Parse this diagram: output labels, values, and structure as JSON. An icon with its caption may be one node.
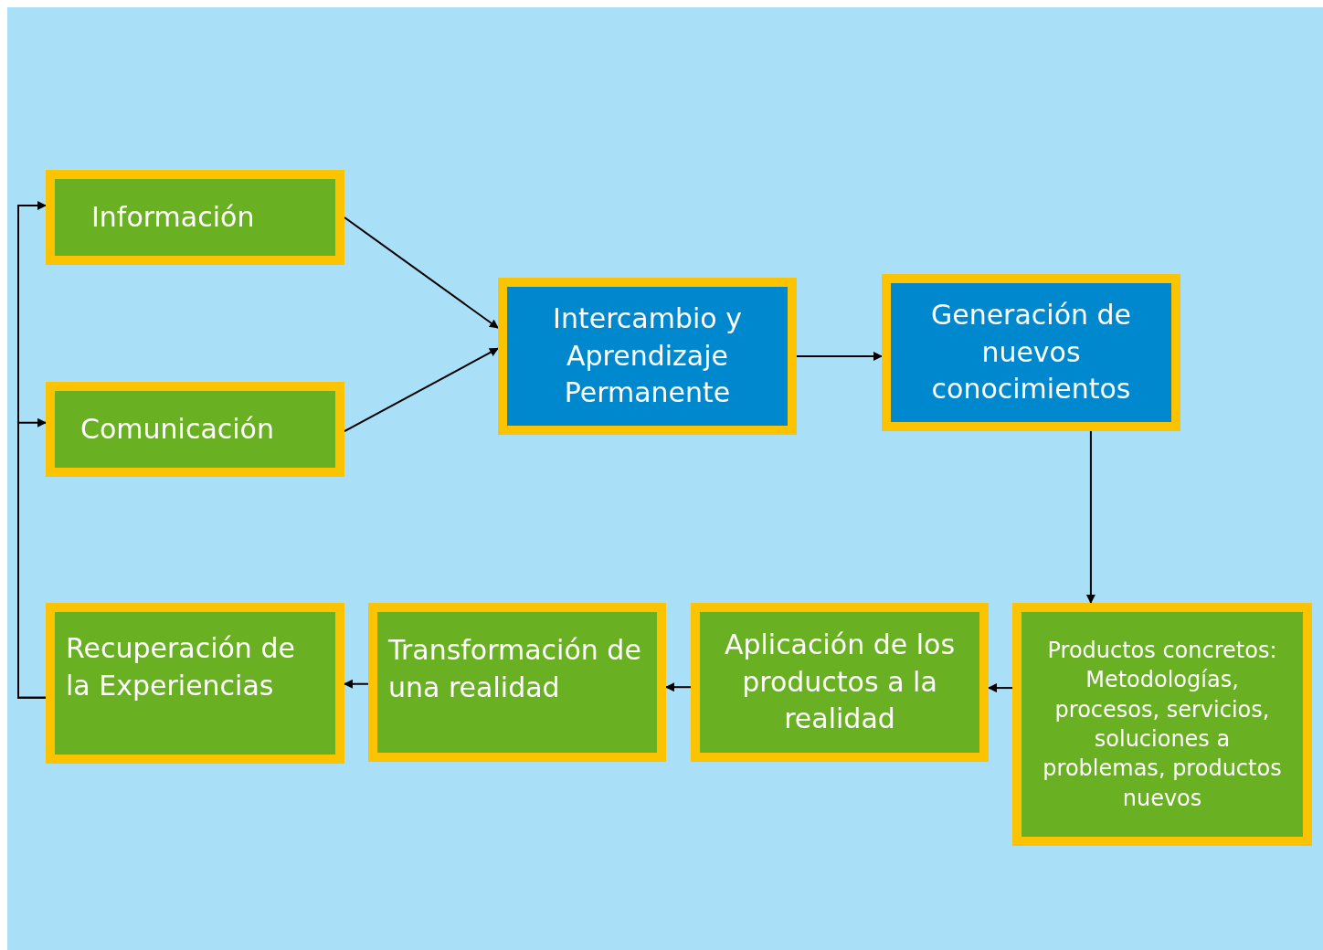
{
  "diagram": {
    "nodes": [
      {
        "text": [
          "Información"
        ]
      },
      {
        "text": [
          "Comunicación"
        ]
      },
      {
        "text": [
          "Intercambio y Aprendizaje Permanente"
        ]
      },
      {
        "text": [
          "Generación de nuevos conocimientos"
        ]
      },
      {
        "text": [
          "Productos concretos: Metodologías, procesos, servicios, soluciones a problemas, productos nuevos"
        ]
      },
      {
        "text": [
          "Aplicación de los productos a la realidad"
        ]
      },
      {
        "text": [
          "Transformación de una realidad"
        ]
      },
      {
        "text": [
          "Recuperación de la Experiencias"
        ]
      }
    ],
    "edges": [
      {
        "from": 0,
        "to": 2,
        "arrow": "to"
      },
      {
        "from": 1,
        "to": 2,
        "arrow": "to"
      },
      {
        "from": 2,
        "to": 3,
        "arrow": "to"
      },
      {
        "from": 3,
        "to": 4,
        "arrow": "to"
      },
      {
        "from": 4,
        "to": 5,
        "arrow": "to"
      },
      {
        "from": 5,
        "to": 6,
        "arrow": "to"
      },
      {
        "from": 6,
        "to": 7,
        "arrow": "to"
      },
      {
        "from": 7,
        "to": 0,
        "arrow": "to"
      },
      {
        "from": 7,
        "to": 1,
        "arrow": "to"
      }
    ]
  }
}
